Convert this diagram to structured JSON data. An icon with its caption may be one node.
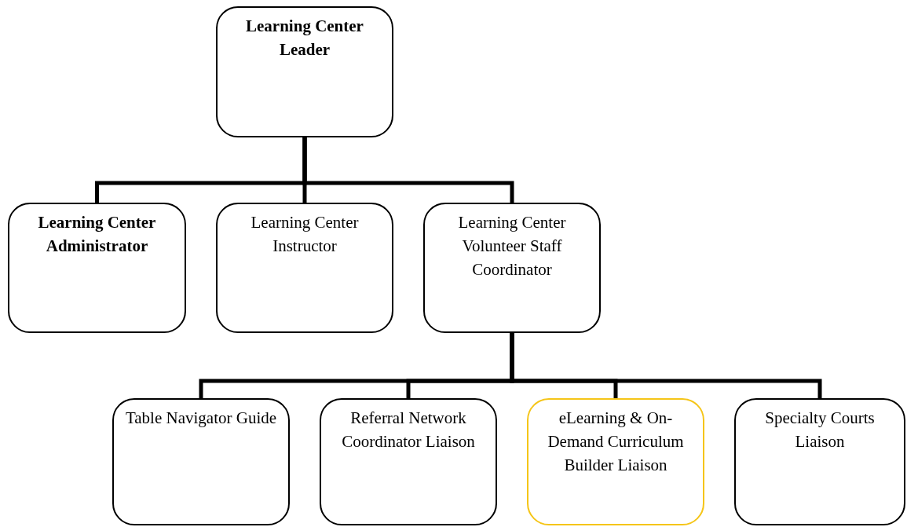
{
  "diagram": {
    "nodes": [
      {
        "text": [
          "Learning Center Leader"
        ]
      },
      {
        "text": [
          "Learning Center Administrator"
        ]
      },
      {
        "text": [
          "Learning Center Instructor"
        ]
      },
      {
        "text": [
          "Learning Center Volunteer Staff Coordinator"
        ]
      },
      {
        "text": [
          "Table Navigator Guide"
        ]
      },
      {
        "text": [
          "Referral Network Coordinator Liaison"
        ]
      },
      {
        "text": [
          "eLearning & On-Demand Curriculum Builder Liaison"
        ]
      },
      {
        "text": [
          "Specialty Courts Liaison"
        ]
      }
    ],
    "edges": [
      {
        "from": 0,
        "to": 1,
        "arrow": "none"
      },
      {
        "from": 0,
        "to": 2,
        "arrow": "none"
      },
      {
        "from": 0,
        "to": 3,
        "arrow": "none"
      },
      {
        "from": 3,
        "to": 4,
        "arrow": "none"
      },
      {
        "from": 3,
        "to": 5,
        "arrow": "none"
      },
      {
        "from": 3,
        "to": 6,
        "arrow": "none"
      },
      {
        "from": 3,
        "to": 7,
        "arrow": "none"
      }
    ]
  }
}
